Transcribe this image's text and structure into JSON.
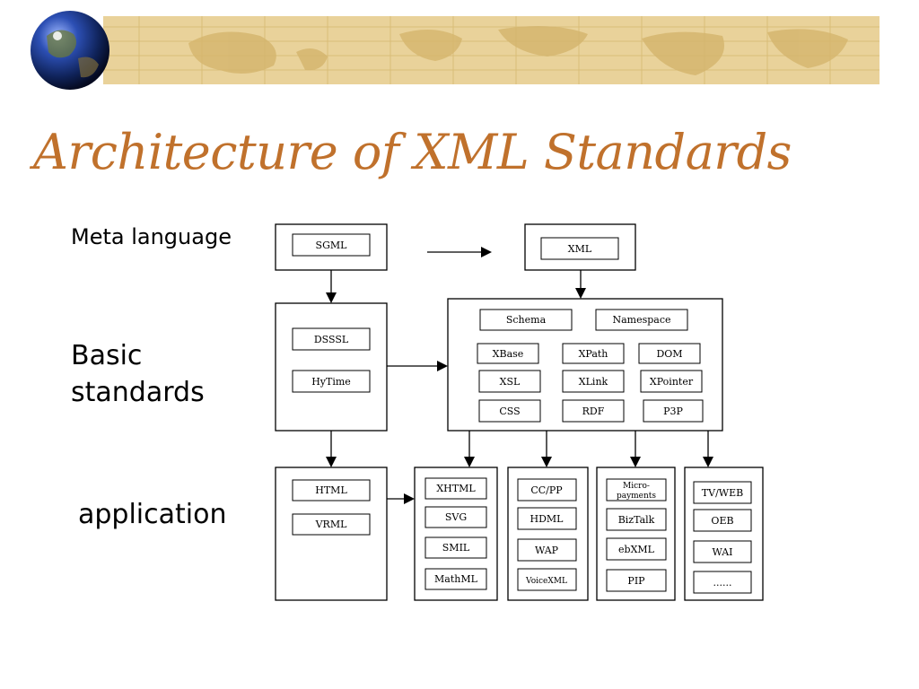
{
  "title": "Architecture of XML Standards",
  "row_labels": {
    "meta": "Meta language",
    "basic_line1": "Basic",
    "basic_line2": "standards",
    "application": "application"
  },
  "nodes": {
    "sgml": "SGML",
    "xml": "XML",
    "dsssl": "DSSSL",
    "hytime": "HyTime",
    "schema": "Schema",
    "namespace": "Namespace",
    "xbase": "XBase",
    "xpath": "XPath",
    "dom": "DOM",
    "xsl": "XSL",
    "xlink": "XLink",
    "xpointer": "XPointer",
    "css": "CSS",
    "rdf": "RDF",
    "p3p": "P3P",
    "html": "HTML",
    "vrml": "VRML",
    "xhtml": "XHTML",
    "svg": "SVG",
    "smil": "SMIL",
    "mathml": "MathML",
    "ccpp": "CC/PP",
    "hdml": "HDML",
    "wap": "WAP",
    "voicexml": "VoiceXML",
    "micro_line1": "Micro-",
    "micro_line2": "payments",
    "biztalk": "BizTalk",
    "ebxml": "ebXML",
    "pip": "PIP",
    "tvweb": "TV/WEB",
    "oeb": "OEB",
    "wai": "WAI",
    "more": "......"
  },
  "colors": {
    "title": "#c0712c",
    "banner": "#e9d29a"
  }
}
